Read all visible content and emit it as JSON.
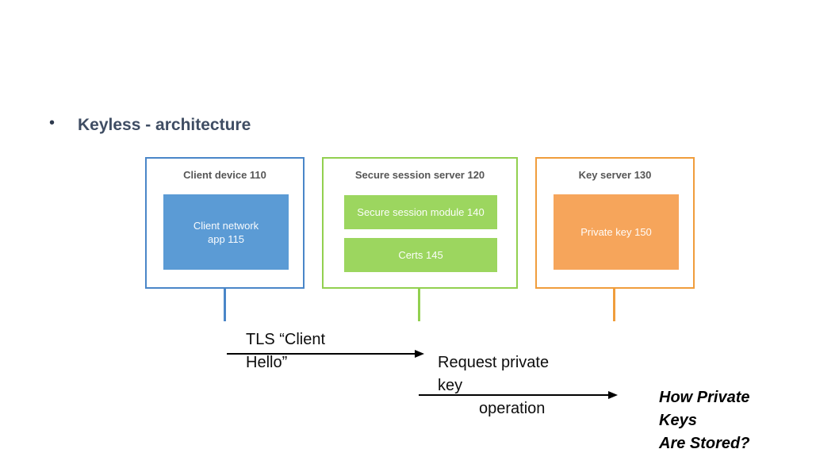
{
  "slide": {
    "bullet": "•",
    "title": "Keyless - architecture",
    "title_color": "#3f4d63"
  },
  "boxes": [
    {
      "title": "Client device 110",
      "border_color": "#4a86c8",
      "fill_color": "#5b9bd5",
      "modules": [
        "Client network app 115"
      ]
    },
    {
      "title": "Secure session server 120",
      "border_color": "#92d050",
      "fill_color": "#9cd65f",
      "modules": [
        "Secure session module 140",
        "Certs 145"
      ]
    },
    {
      "title": "Key server 130",
      "border_color": "#f09d3c",
      "fill_color": "#f6a55b",
      "modules": [
        "Private key 150"
      ]
    }
  ],
  "arrows": [
    {
      "lines": [
        "TLS “Client",
        "Hello”"
      ]
    },
    {
      "lines": [
        "Request private",
        "key",
        "operation"
      ]
    }
  ],
  "note": {
    "lines": [
      "How Private",
      "Keys",
      "Are Stored?"
    ]
  }
}
